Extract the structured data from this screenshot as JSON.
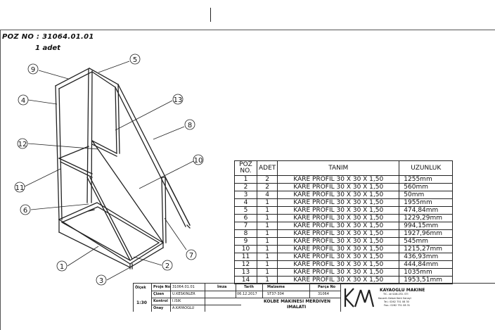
{
  "header": {
    "poz_no": "POZ NO : 31064.01.01",
    "quantity": "1 adet"
  },
  "callouts": [
    "1",
    "2",
    "3",
    "4",
    "5",
    "6",
    "7",
    "8",
    "9",
    "10",
    "11",
    "12",
    "13"
  ],
  "bom": {
    "headers": {
      "poz": [
        "POZ",
        "NO."
      ],
      "adet": "ADET",
      "tanim": "TANIM",
      "uzunluk": "UZUNLUK"
    },
    "rows": [
      {
        "poz": "1",
        "adet": "2",
        "tanim": "KARE PROFIL 30 X 30 X 1,50",
        "uzunluk": "1255mm"
      },
      {
        "poz": "2",
        "adet": "2",
        "tanim": "KARE PROFIL 30 X 30 X 1,50",
        "uzunluk": "560mm"
      },
      {
        "poz": "3",
        "adet": "4",
        "tanim": "KARE PROFIL 30 X 30 X 1,50",
        "uzunluk": "50mm"
      },
      {
        "poz": "4",
        "adet": "1",
        "tanim": "KARE PROFIL 30 X 30 X 1,50",
        "uzunluk": "1955mm"
      },
      {
        "poz": "5",
        "adet": "1",
        "tanim": "KARE PROFIL 30 X 30 X 1,50",
        "uzunluk": "474,84mm"
      },
      {
        "poz": "6",
        "adet": "1",
        "tanim": "KARE PROFIL 30 X 30 X 1,50",
        "uzunluk": "1229,29mm"
      },
      {
        "poz": "7",
        "adet": "1",
        "tanim": "KARE PROFIL 30 X 30 X 1,50",
        "uzunluk": "994,15mm"
      },
      {
        "poz": "8",
        "adet": "1",
        "tanim": "KARE PROFIL 30 X 30 X 1,50",
        "uzunluk": "1927,96mm"
      },
      {
        "poz": "9",
        "adet": "1",
        "tanim": "KARE PROFIL 30 X 30 X 1,50",
        "uzunluk": "545mm"
      },
      {
        "poz": "10",
        "adet": "1",
        "tanim": "KARE PROFIL 30 X 30 X 1,50",
        "uzunluk": "1215,27mm"
      },
      {
        "poz": "11",
        "adet": "1",
        "tanim": "KARE PROFIL 30 X 30 X 1,50",
        "uzunluk": "436,93mm"
      },
      {
        "poz": "12",
        "adet": "1",
        "tanim": "KARE PROFIL 30 X 30 X 1,50",
        "uzunluk": "444,84mm"
      },
      {
        "poz": "13",
        "adet": "1",
        "tanim": "KARE PROFIL 30 X 30 X 1,50",
        "uzunluk": "1035mm"
      },
      {
        "poz": "14",
        "adet": "1",
        "tanim": "KARE PROFIL 30 X 30 X 1,50",
        "uzunluk": "1953,51mm"
      }
    ]
  },
  "title_block": {
    "olcek_label": "Ölçek",
    "olcek_value": "1:30",
    "proje_no_label": "Proje No",
    "proje_no_value": "31064.01.01",
    "cizen_label": "Çizen",
    "cizen_value": "U.KESKINLER",
    "kontrol_label": "Kontrol",
    "kontrol_value": "I.ISIK",
    "onay_label": "Onay",
    "onay_value": "A.KAYAOGLU",
    "imza_label": "İmza",
    "tarih_label": "Tarih",
    "tarih_value": "06.12.2017",
    "malzeme_label": "Malzeme",
    "malzeme_value": "ST37-304",
    "parca_no_label": "Parça No",
    "parca_no_value": "31064",
    "title_line1": "KOLBE MAKINESI MERDIVEN",
    "title_line2": "IMALATI",
    "company_name": "KAYAOGLU MAKINE",
    "company_sub": "TIC. ve SAN.LTD. STI",
    "company_addr": "Kocaeli-Gebze Kent Sanayi",
    "company_tel": "Tel.: 0262 751 08 30",
    "company_fax": "Fax.: 0262 751 08 31"
  }
}
